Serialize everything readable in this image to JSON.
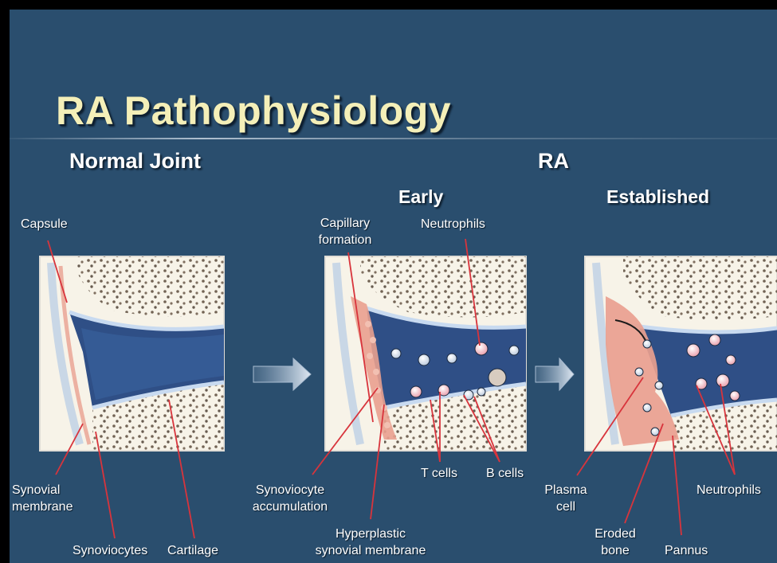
{
  "title": "RA Pathophysiology",
  "sections": {
    "normal_joint": "Normal Joint",
    "ra": "RA",
    "early": "Early",
    "established": "Established"
  },
  "labels": {
    "capsule": "Capsule",
    "synovial_membrane_1": "Synovial",
    "synovial_membrane_2": "membrane",
    "synoviocytes": "Synoviocytes",
    "cartilage": "Cartilage",
    "capillary_1": "Capillary",
    "capillary_2": "formation",
    "neutrophils_early": "Neutrophils",
    "synoviocyte_acc_1": "Synoviocyte",
    "synoviocyte_acc_2": "accumulation",
    "t_cells": "T cells",
    "b_cells": "B cells",
    "hyperplastic_1": "Hyperplastic",
    "hyperplastic_2": "synovial membrane",
    "plasma_1": "Plasma",
    "plasma_2": "cell",
    "eroded_1": "Eroded",
    "eroded_2": "bone",
    "pannus": "Pannus",
    "neutrophils_est": "Neutrophils"
  },
  "colors": {
    "background": "#2a4e6e",
    "title": "#f4efb8",
    "bone": "#f7f3e8",
    "joint_space": "#2f4f86",
    "synovium": "#e9a08f",
    "pointer": "#d8343c"
  }
}
